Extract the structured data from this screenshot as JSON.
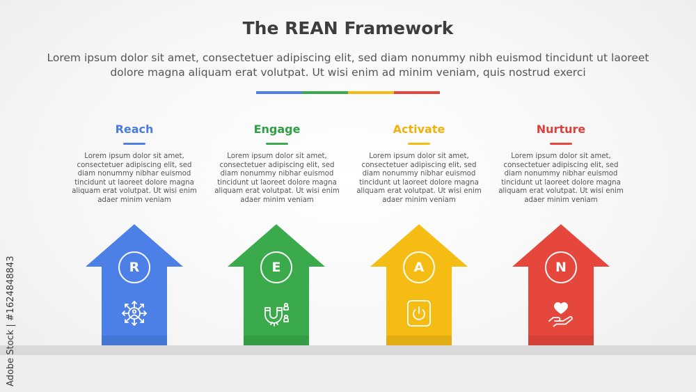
{
  "header": {
    "title": "The REAN Framework",
    "subtitle": "Lorem ipsum dolor sit amet, consectetuer adipiscing elit, sed diam nonummy nibh euismod tincidunt ut laoreet dolore magna aliquam erat volutpat. Ut wisi enim ad minim veniam, quis nostrud exerci"
  },
  "colors": {
    "blue": "#4d80e6",
    "green": "#3aaa4c",
    "yellow": "#f5bc14",
    "red": "#e5473c"
  },
  "steps": [
    {
      "title": "Reach",
      "letter": "R",
      "color": "#4d80e6",
      "title_color": "#4a7be0",
      "icon": "network-person-icon",
      "text": "Lorem ipsum dolor sit amet, consectetuer adipiscing elit, sed diam nonummy nibhar euismod tincidunt ut laoreet dolore magna aliquam erat volutpat. Ut wisi enim adaer minim veniam"
    },
    {
      "title": "Engage",
      "letter": "E",
      "color": "#3aaa4c",
      "title_color": "#2f9e45",
      "icon": "magnet-people-icon",
      "text": "Lorem ipsum dolor sit amet, consectetuer adipiscing elit, sed diam nonummy nibhar euismod tincidunt ut laoreet dolore magna aliquam erat volutpat. Ut wisi enim adaer minim veniam"
    },
    {
      "title": "Activate",
      "letter": "A",
      "color": "#f5bc14",
      "title_color": "#f0b10a",
      "icon": "power-button-icon",
      "text": "Lorem ipsum dolor sit amet, consectetuer adipiscing elit, sed diam nonummy nibhar euismod tincidunt ut laoreet dolore magna aliquam erat volutpat. Ut wisi enim adaer minim veniam"
    },
    {
      "title": "Nurture",
      "letter": "N",
      "color": "#e5473c",
      "title_color": "#e0403a",
      "icon": "heart-hand-icon",
      "text": "Lorem ipsum dolor sit amet, consectetuer adipiscing elit, sed diam nonummy nibhar euismod tincidunt ut laoreet dolore magna aliquam erat volutpat. Ut wisi enim adaer minim veniam"
    }
  ],
  "watermark": "Adobe Stock | #1624848843"
}
